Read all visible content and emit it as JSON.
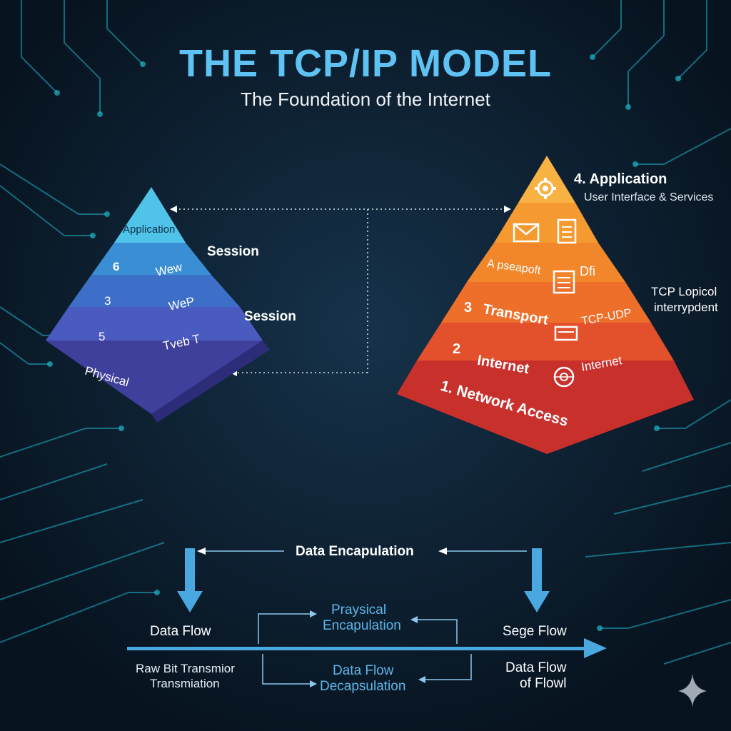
{
  "header": {
    "title": "THE TCP/IP MODEL",
    "subtitle": "The Foundation of the Internet"
  },
  "left_pyramid": {
    "layers": [
      {
        "label": "Application"
      },
      {
        "number": "6",
        "label": "Wew"
      },
      {
        "number": "3",
        "label": "WeP"
      },
      {
        "number": "5",
        "label": "Tveb T"
      },
      {
        "label": "Physical"
      }
    ],
    "side_labels": [
      "Session",
      "Session"
    ],
    "colors": [
      "#4fc3e8",
      "#3a8fd4",
      "#3d6fc8",
      "#4a5bc0",
      "#3f3f9c"
    ]
  },
  "right_pyramid": {
    "layers": [
      {
        "label": "",
        "icon": "gear-icon"
      },
      {
        "label": "",
        "icons": [
          "envelope-icon",
          "document-icon"
        ]
      },
      {
        "label": "A pseapoft",
        "extra": "Dfi",
        "icon": "document-list-icon"
      },
      {
        "number": "3",
        "label": "Transport",
        "extra": "TCP-UDP",
        "icon": "card-icon"
      },
      {
        "number": "2",
        "label": "Internet",
        "extra": "Internet",
        "icon": "globe-icon"
      },
      {
        "label": "1. Network Access"
      }
    ],
    "top_label": "4. Application",
    "top_caption": "User Interface & Services",
    "side_label_1": "TCP Lopicol",
    "side_label_2": "interrypdent",
    "colors": [
      "#f8b244",
      "#f59a30",
      "#f2862b",
      "#ee6f2a",
      "#e2512c",
      "#c8302c"
    ]
  },
  "bottom": {
    "encapsulation": "Data Encapulation",
    "data_flow_left": "Data Flow",
    "raw_bit_1": "Raw Bit Transmior",
    "raw_bit_2": "Transmiation",
    "physical_encap_1": "Praysical",
    "physical_encap_2": "Encapulation",
    "decap_1": "Data Flow",
    "decap_2": "Decapsulation",
    "sege_flow": "Sege Flow",
    "data_flow_right_1": "Data Flow",
    "data_flow_right_2": "of Flowl"
  },
  "palette": {
    "accent_blue": "#5ec2f2",
    "arrow_blue": "#4aa8e0",
    "circuit": "#1fb3c9"
  }
}
